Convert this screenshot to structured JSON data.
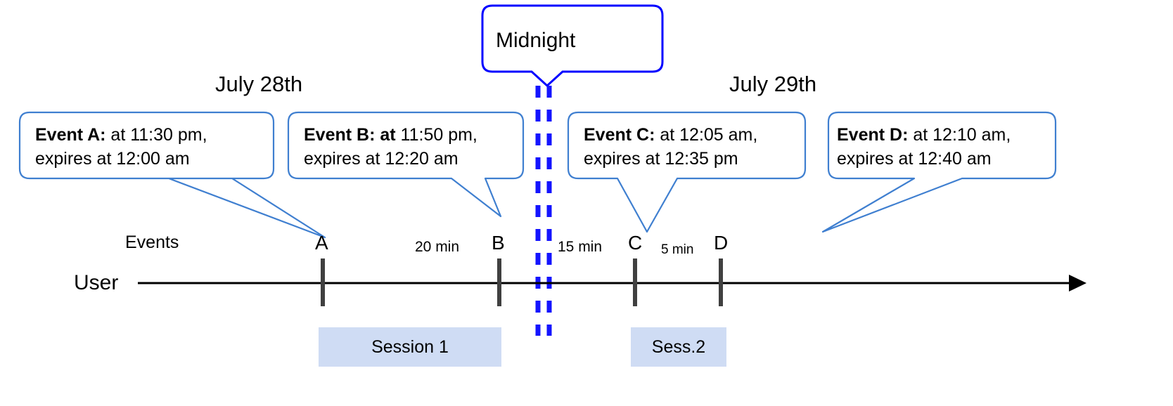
{
  "diagram": {
    "title_callout": {
      "label": "Midnight"
    },
    "dates": [
      {
        "name": "day-left",
        "label": "July 28th"
      },
      {
        "name": "day-right",
        "label": "July 29th"
      }
    ],
    "row_labels": [
      {
        "name": "events-row-label",
        "label": "Events"
      },
      {
        "name": "user-row-label",
        "label": "User"
      }
    ],
    "events": [
      {
        "id": "A",
        "letter": "A",
        "title": "Event A:",
        "title_bold_extra": "",
        "line1_rest": " at 11:30 pm,",
        "line2": "expires at 12:00 am"
      },
      {
        "id": "B",
        "letter": "B",
        "title": "Event B:",
        "title_bold_extra": " at",
        "line1_rest": " 11:50 pm,",
        "line2": "expires at 12:20 am"
      },
      {
        "id": "C",
        "letter": "C",
        "title": "Event C:",
        "title_bold_extra": "",
        "line1_rest": " at 12:05 am,",
        "line2": "expires at 12:35 pm"
      },
      {
        "id": "D",
        "letter": "D",
        "title": "Event D:",
        "title_bold_extra": "",
        "line1_rest": "  at 12:10 am,",
        "line2": "expires at 12:40 am"
      }
    ],
    "gaps": [
      {
        "name": "gap-a-b",
        "label": "20 min"
      },
      {
        "name": "gap-b-c",
        "label": "15 min"
      },
      {
        "name": "gap-c-d",
        "label": "5 min"
      }
    ],
    "sessions": [
      {
        "name": "session-1",
        "label": "Session 1"
      },
      {
        "name": "session-2",
        "label": "Sess.2"
      }
    ],
    "colors": {
      "callout_border": "#4a86d8",
      "midnight_border": "#0000ff",
      "midnight_dashes": "#1414ff",
      "leader_line": "#3f7fd0",
      "session_fill": "#cfdcf4",
      "tick": "#404040",
      "axis": "#000000"
    }
  }
}
